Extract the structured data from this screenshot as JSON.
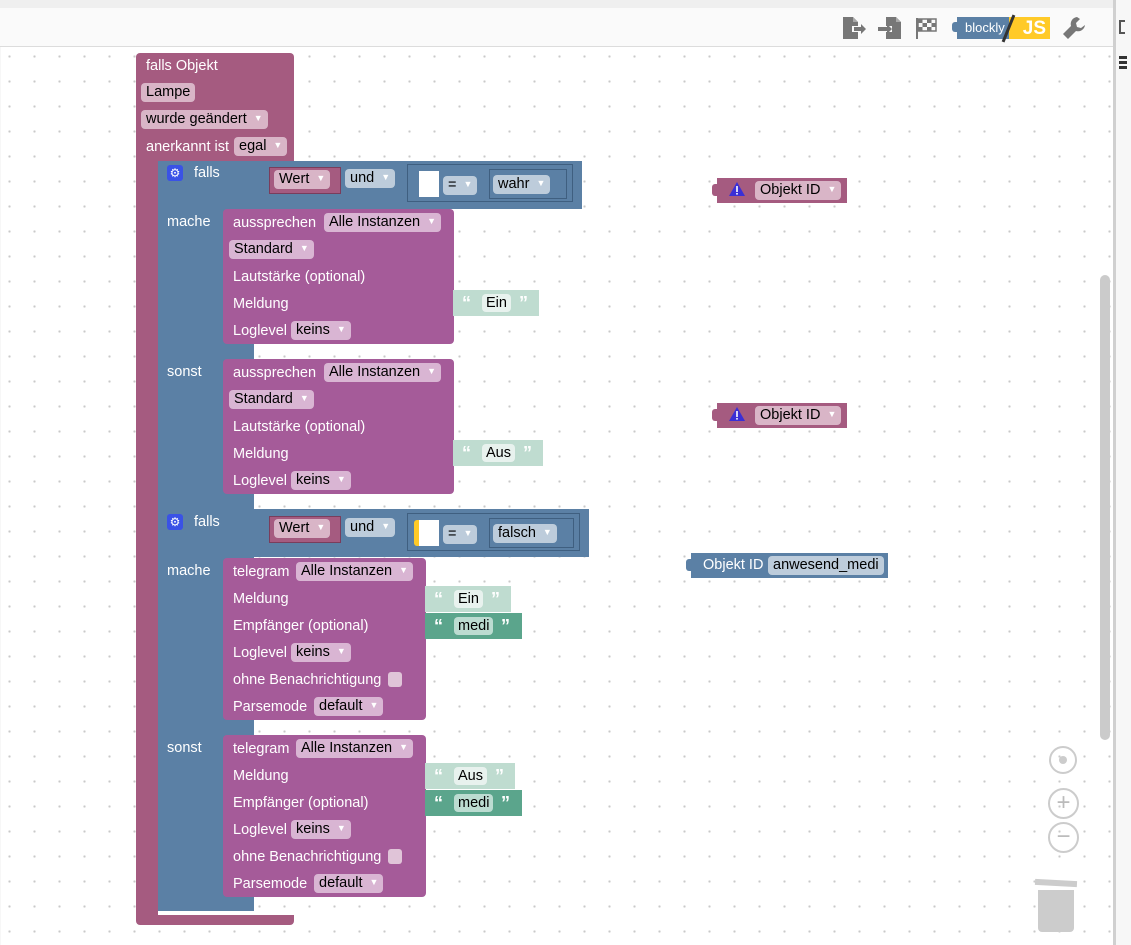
{
  "toolbar": {
    "icons": [
      "export-icon",
      "import-icon",
      "checkered-flag-icon",
      "blockly-js-toggle",
      "wrench-icon"
    ],
    "toggle": {
      "left": "blockly",
      "right": "JS"
    }
  },
  "colors": {
    "event_block": "#a55b80",
    "logic_block": "#5b80a5",
    "action_block": "#a55b99",
    "string_light": "#bfdcd0",
    "string_dark": "#5ba58c",
    "js_yellow": "#ffca28"
  },
  "event": {
    "title": "falls Objekt",
    "object": "Lampe",
    "trigger": "wurde geändert",
    "ack_label": "anerkannt ist",
    "ack_value": "egal"
  },
  "if1": {
    "falls_label": "falls",
    "var": "Wert",
    "op": "und",
    "compare_op": "=",
    "value": "wahr",
    "mache_label": "mache",
    "sonst_label": "sonst",
    "then": {
      "title": "aussprechen",
      "instance": "Alle Instanzen",
      "voice": "Standard",
      "volume_label": "Lautstärke (optional)",
      "msg_label": "Meldung",
      "msg": "Ein",
      "loglevel_label": "Loglevel",
      "loglevel": "keins"
    },
    "else": {
      "title": "aussprechen",
      "instance": "Alle Instanzen",
      "voice": "Standard",
      "volume_label": "Lautstärke (optional)",
      "msg_label": "Meldung",
      "msg": "Aus",
      "loglevel_label": "Loglevel",
      "loglevel": "keins"
    }
  },
  "if2": {
    "falls_label": "falls",
    "var": "Wert",
    "op": "und",
    "compare_op": "=",
    "value": "falsch",
    "mache_label": "mache",
    "sonst_label": "sonst",
    "then": {
      "title": "telegram",
      "instance": "Alle Instanzen",
      "msg_label": "Meldung",
      "msg": "Ein",
      "recipient_label": "Empfänger (optional)",
      "recipient": "medi",
      "loglevel_label": "Loglevel",
      "loglevel": "keins",
      "silent_label": "ohne Benachrichtigung",
      "silent": false,
      "parsemode_label": "Parsemode",
      "parsemode": "default"
    },
    "else": {
      "title": "telegram",
      "instance": "Alle Instanzen",
      "msg_label": "Meldung",
      "msg": "Aus",
      "recipient_label": "Empfänger (optional)",
      "recipient": "medi",
      "loglevel_label": "Loglevel",
      "loglevel": "keins",
      "silent_label": "ohne Benachrichtigung",
      "silent": false,
      "parsemode_label": "Parsemode",
      "parsemode": "default"
    }
  },
  "floating": {
    "objid1": "Objekt ID",
    "objid2": "Objekt ID",
    "objid3_label": "Objekt ID",
    "objid3_value": "anwesend_medi"
  }
}
